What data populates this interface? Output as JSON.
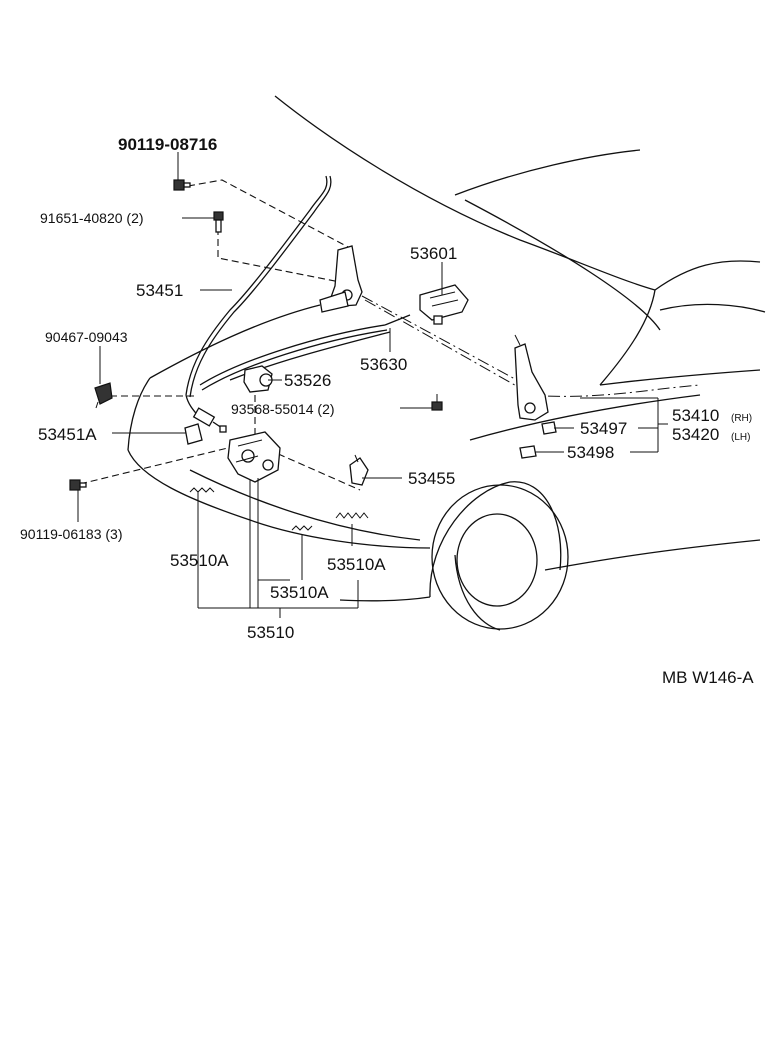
{
  "diagram_code": "MB W146-A",
  "labels": {
    "p90119_08716": "90119-08716",
    "p91651_40820": "91651-40820 (2)",
    "p53601": "53601",
    "p53451": "53451",
    "p53630": "53630",
    "p90467_09043": "90467-09043",
    "p53526": "53526",
    "p93568_55014": "93568-55014 (2)",
    "p53451A": "53451A",
    "p53410": "53410",
    "p53410_side": "(RH)",
    "p53420": "53420",
    "p53420_side": "(LH)",
    "p53497": "53497",
    "p53498": "53498",
    "p53455": "53455",
    "p90119_06183": "90119-06183 (3)",
    "p53510A_left": "53510A",
    "p53510A_right": "53510A",
    "p53510A_mid": "53510A",
    "p53510": "53510"
  }
}
